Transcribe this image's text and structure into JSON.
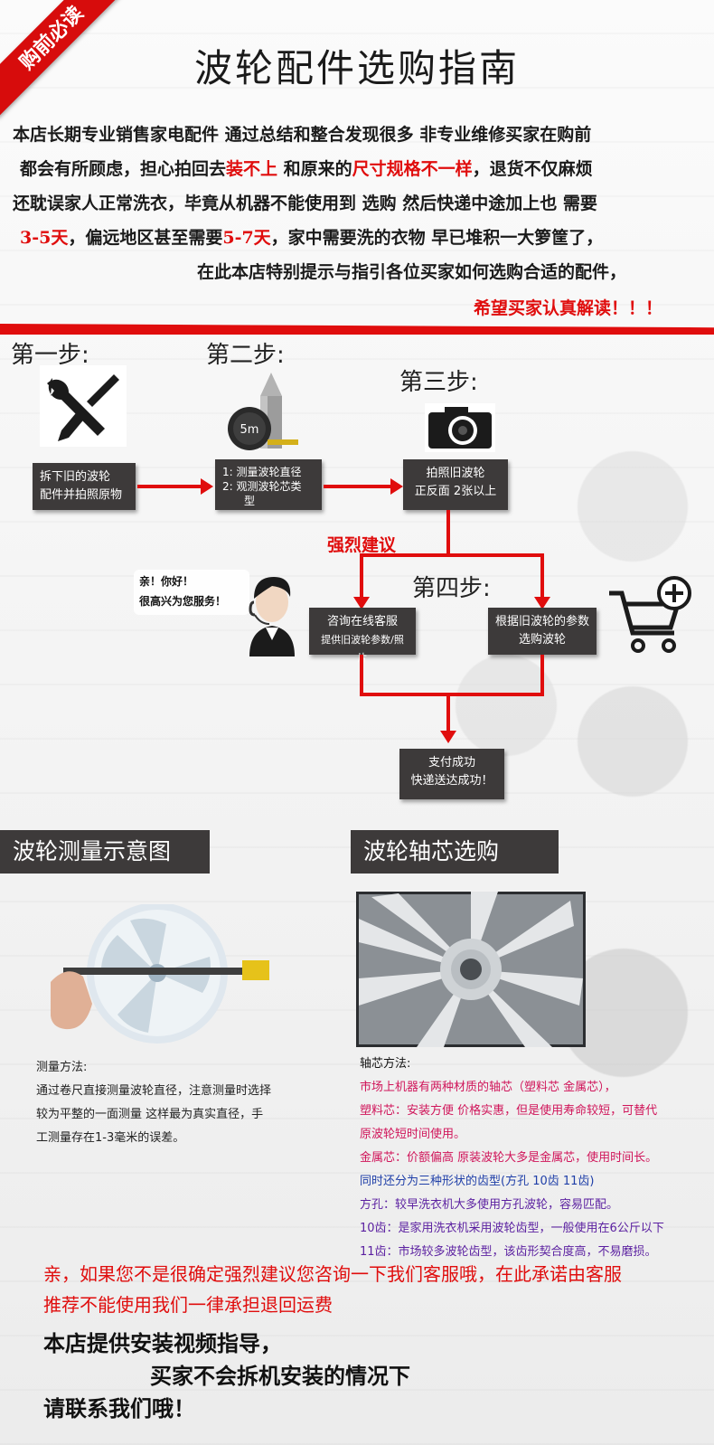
{
  "badge": "购前必读",
  "title": "波轮配件选购指南",
  "intro": {
    "l1": "本店长期专业销售家电配件 通过总结和整合发现很多 非专业维修买家在购前",
    "l2a": "都会有所顾虑，担心拍回去",
    "l2b": "装不上",
    "l2c": " 和原来的",
    "l2d": "尺寸规格不一样",
    "l2e": "，退货不仅麻烦",
    "l3": "还耽误家人正常洗衣，毕竟从机器不能使用到 选购 然后快递中途加上也  需要",
    "l4a": "3-5天",
    "l4b": "，偏远地区甚至需要",
    "l4c": "5-7天",
    "l4d": "，家中需要洗的衣物  早已堆积一大箩筐了，",
    "l5": "在此本店特别提示与指引各位买家如何选购合适的配件，",
    "l6": "希望买家认真解读！！！"
  },
  "steps": {
    "s1": "第一步:",
    "s2": "第二步:",
    "s3": "第三步:",
    "s4": "第四步:",
    "box1": "拆下旧的波轮\n配件并拍照原物",
    "box2_1": "1:  测量波轮直径",
    "box2_2": "2:  观测波轮芯类",
    "box2_3": "型",
    "box3_1": "拍照旧波轮",
    "box3_2": "正反面 2张以上",
    "suggest": "强烈建议",
    "bubble1": "亲！你好！",
    "bubble2": "很高兴为您服务！",
    "box4a_1": "咨询在线客服",
    "box4a_2": "提供旧波轮参数/照片",
    "box4b_1": "根据旧波轮的参数",
    "box4b_2": "选购波轮",
    "box5_1": "支付成功",
    "box5_2": "快递送达成功！",
    "tape_label": "5m"
  },
  "measure": {
    "title": "波轮测量示意图",
    "h": "测量方法:",
    "l1": "通过卷尺直接测量波轮直径，注意测量时选择",
    "l2": "较为平整的一面测量 这样最为真实直径，手",
    "l3": "工测量存在1-3毫米的误差。"
  },
  "axis": {
    "title": "波轮轴芯选购",
    "h": "轴芯方法:",
    "l1": "市场上机器有两种材质的轴芯（塑料芯  金属芯），",
    "l2": "塑料芯：安装方便 价格实惠，但是使用寿命较短，可替代",
    "l3": "原波轮短时间使用。",
    "l4": "金属芯：价额偏高 原装波轮大多是金属芯，使用时间长。",
    "l5": "同时还分为三种形状的齿型(方孔   10齿    11齿)",
    "l6": "方孔：较早洗衣机大多使用方孔波轮，容易匹配。",
    "l7": "10齿：是家用洗衣机采用波轮齿型，一般使用在6公斤以下",
    "l8": "11齿：市场较多波轮齿型，该齿形契合度高，不易磨损。"
  },
  "bottom": {
    "r1": "亲，如果您不是很确定强烈建议您咨询一下我们客服哦，在此承诺由客服",
    "r2": "推荐不能使用我们一律承担退回运费",
    "b1": "本店提供安装视频指导，",
    "b2": "买家不会拆机安装的情况下",
    "b3": "请联系我们哦！"
  },
  "colors": {
    "accent_red": "#e00d0d",
    "box_dark": "#3d3a3a"
  }
}
